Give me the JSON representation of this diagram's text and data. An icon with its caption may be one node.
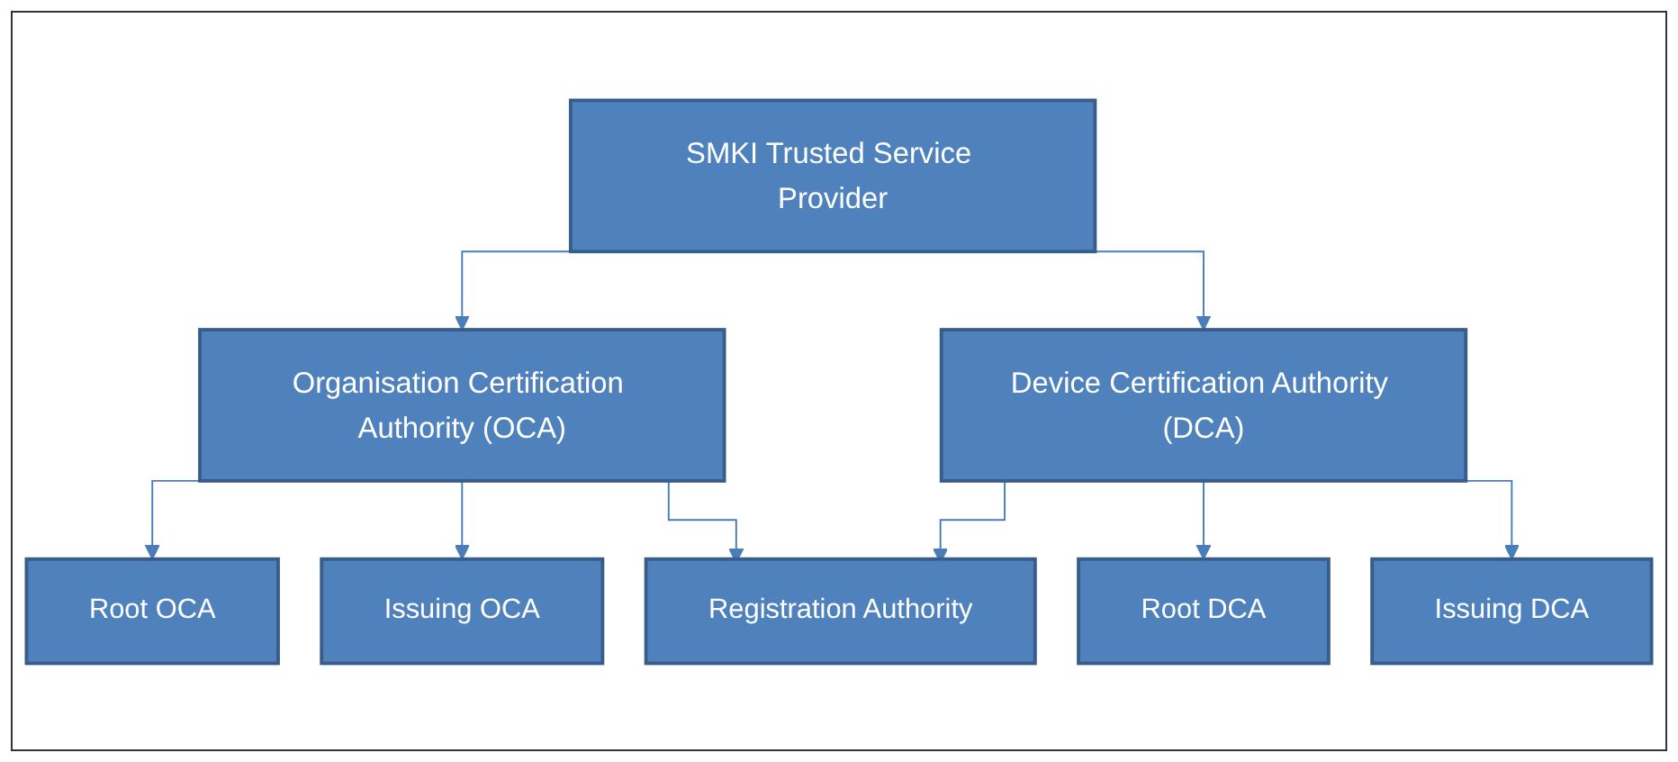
{
  "diagram": {
    "nodes": [
      {
        "text": [
          "SMKI Trusted Service Provider"
        ]
      },
      {
        "text": [
          "Organisation Certification Authority (OCA)"
        ]
      },
      {
        "text": [
          "Device Certification Authority (DCA)"
        ]
      },
      {
        "text": [
          "Root OCA"
        ]
      },
      {
        "text": [
          "Issuing OCA"
        ]
      },
      {
        "text": [
          "Registration Authority"
        ]
      },
      {
        "text": [
          "Root DCA"
        ]
      },
      {
        "text": [
          "Issuing DCA"
        ]
      }
    ],
    "edges": [
      {
        "from": 0,
        "to": 1,
        "arrow": "to"
      },
      {
        "from": 0,
        "to": 2,
        "arrow": "to"
      },
      {
        "from": 1,
        "to": 3,
        "arrow": "to"
      },
      {
        "from": 1,
        "to": 4,
        "arrow": "to"
      },
      {
        "from": 1,
        "to": 5,
        "arrow": "to"
      },
      {
        "from": 2,
        "to": 5,
        "arrow": "to"
      },
      {
        "from": 2,
        "to": 6,
        "arrow": "to"
      },
      {
        "from": 2,
        "to": 7,
        "arrow": "to"
      }
    ]
  }
}
